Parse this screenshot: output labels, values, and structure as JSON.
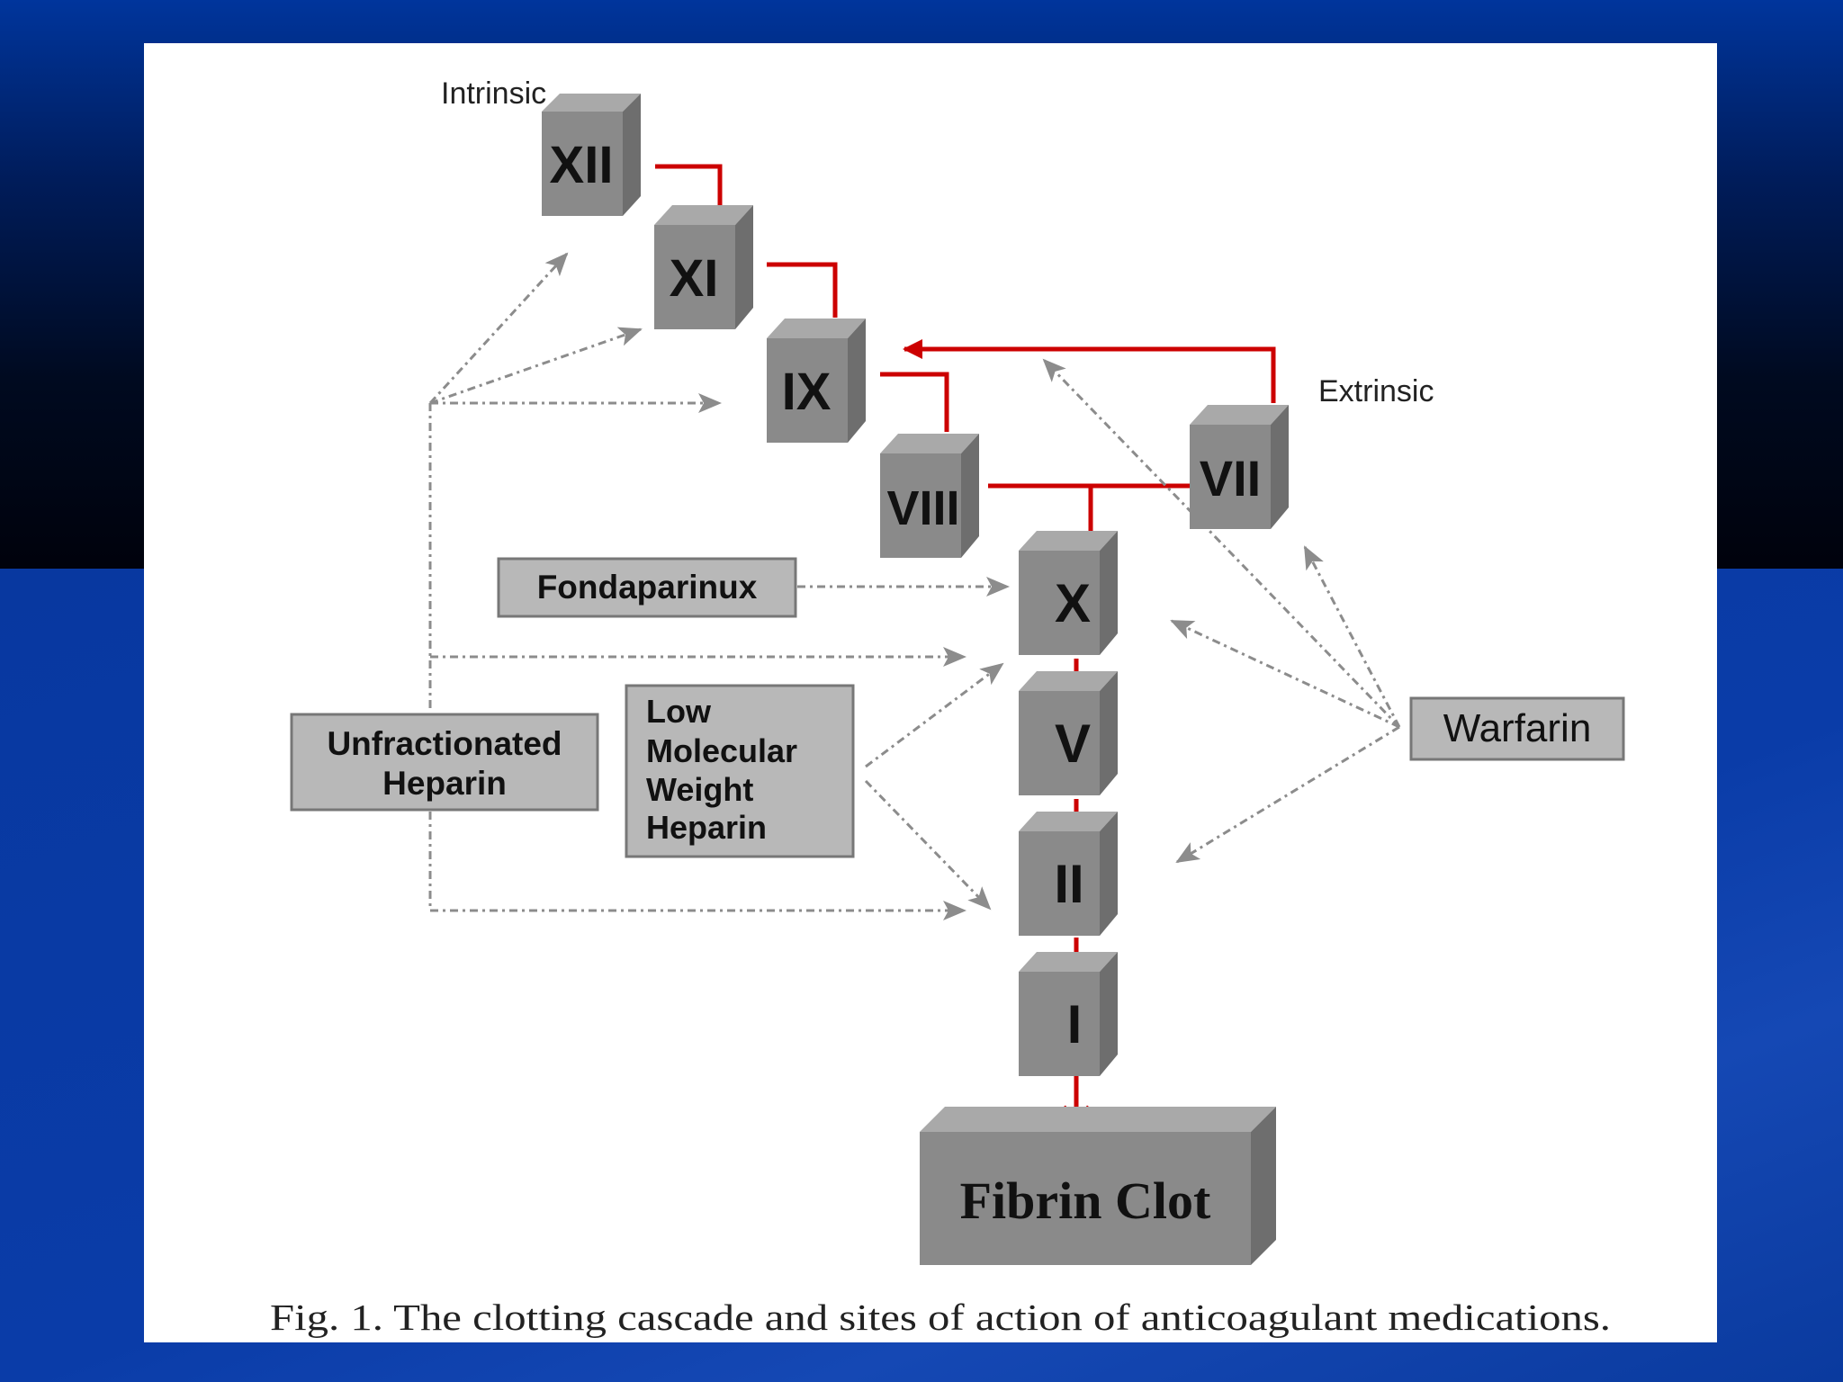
{
  "labels": {
    "intrinsic": "Intrinsic",
    "extrinsic": "Extrinsic"
  },
  "factors": {
    "xii": "XII",
    "xi": "XI",
    "ix": "IX",
    "viii": "VIII",
    "vii": "VII",
    "x": "X",
    "v": "V",
    "ii": "II",
    "i": "I"
  },
  "product": "Fibrin Clot",
  "drugs": {
    "fondaparinux": "Fondaparinux",
    "ufh_line1": "Unfractionated",
    "ufh_line2": "Heparin",
    "lmwh_line1": "Low",
    "lmwh_line2": "Molecular",
    "lmwh_line3": "Weight",
    "lmwh_line4": "Heparin",
    "warfarin": "Warfarin"
  },
  "caption": "Fig. 1. The clotting cascade and sites of action of anticoagulant medications.",
  "colors": {
    "cascade_arrow": "#cc0000",
    "cube_front": "#8a8a8a",
    "cube_top": "#a9a9a9",
    "cube_side": "#6e6e6e",
    "drug_box": "#b8b8b8",
    "drug_arrow": "#8c8c8c"
  }
}
